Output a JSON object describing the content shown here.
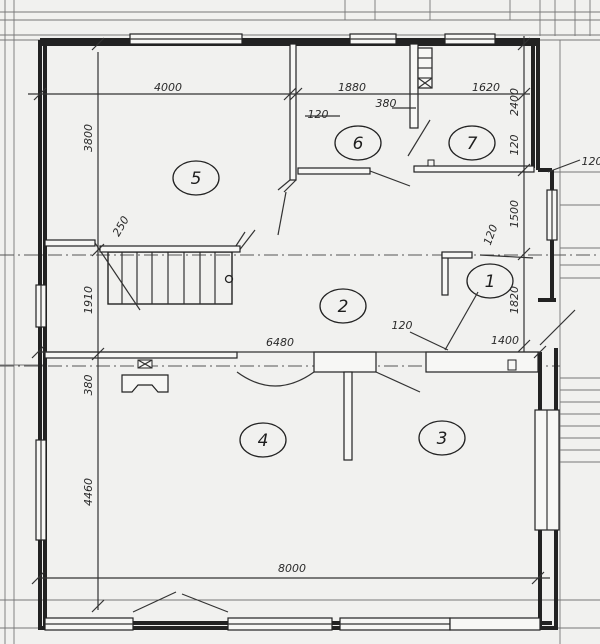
{
  "dimensions": {
    "d4000": "4000",
    "d1880": "1880",
    "d1620": "1620",
    "d2400": "2400",
    "d3800": "3800",
    "d120_a": "120",
    "d380_a": "380",
    "d120_b": "120",
    "d120_c": "120",
    "d1500": "1500",
    "d250": "250",
    "d120_d": "120",
    "d1910": "1910",
    "d6480": "6480",
    "d120_e": "120",
    "d1400": "1400",
    "d1820": "1820",
    "d380_b": "380",
    "d4460": "4460",
    "d8000": "8000"
  },
  "rooms": {
    "r1": "1",
    "r2": "2",
    "r3": "3",
    "r4": "4",
    "r5": "5",
    "r6": "6",
    "r7": "7"
  }
}
